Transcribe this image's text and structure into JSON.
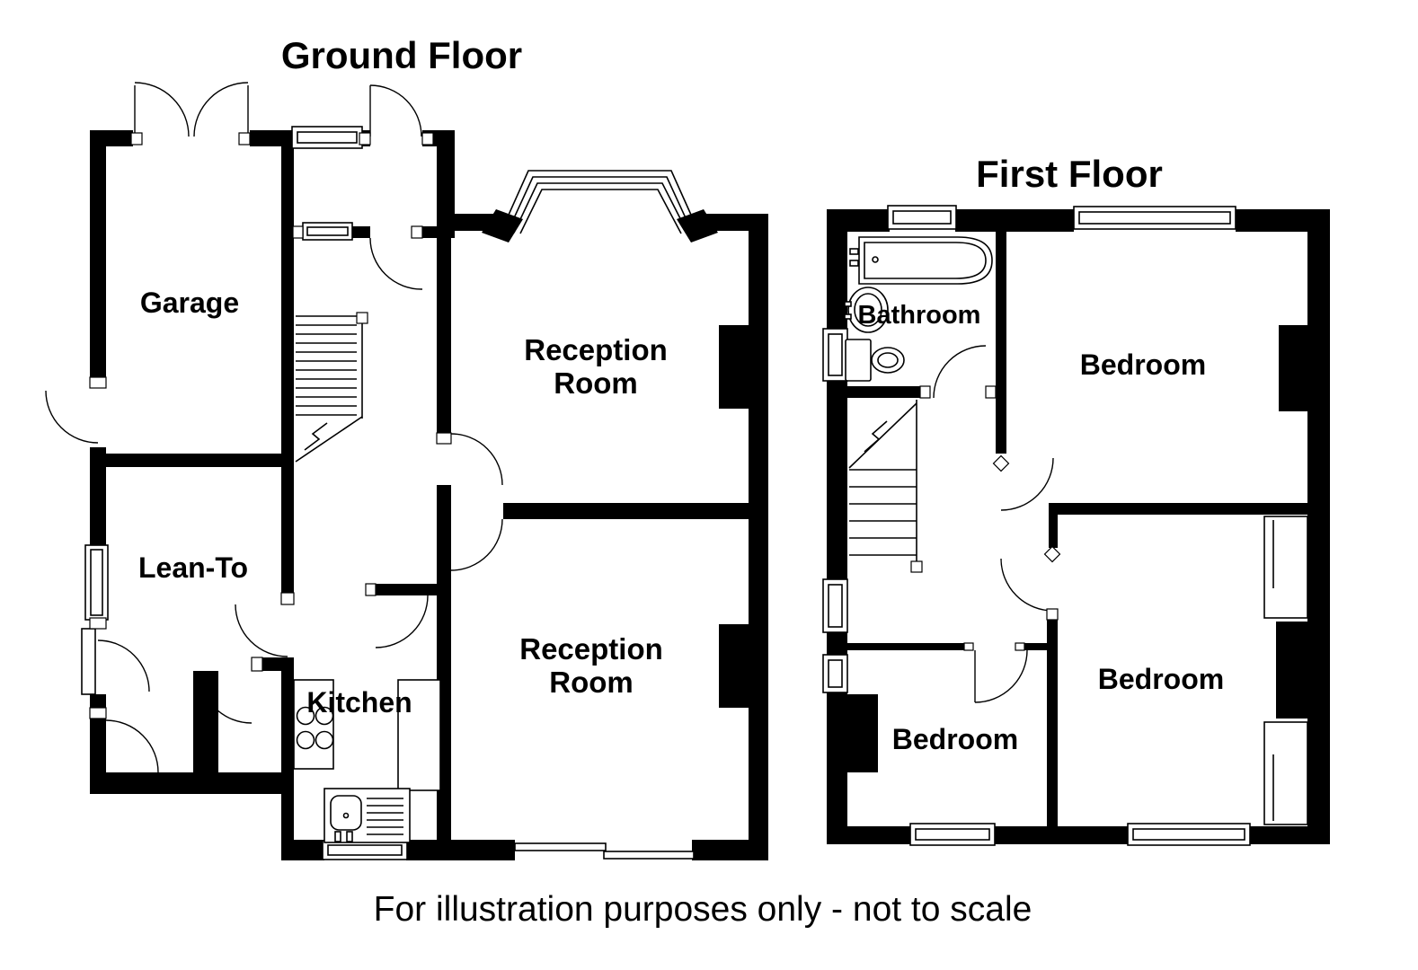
{
  "colors": {
    "wall": "#000000",
    "background": "#ffffff"
  },
  "titles": {
    "ground_floor": "Ground Floor",
    "first_floor": "First Floor"
  },
  "ground_floor": {
    "rooms": {
      "garage": "Garage",
      "lean_to": "Lean-To",
      "kitchen": "Kitchen",
      "reception_1": {
        "line1": "Reception",
        "line2": "Room"
      },
      "reception_2": {
        "line1": "Reception",
        "line2": "Room"
      }
    }
  },
  "first_floor": {
    "rooms": {
      "bathroom": "Bathroom",
      "bedroom_front": "Bedroom",
      "bedroom_back_left": "Bedroom",
      "bedroom_back_right": "Bedroom"
    }
  },
  "disclaimer": "For illustration purposes only - not to scale"
}
